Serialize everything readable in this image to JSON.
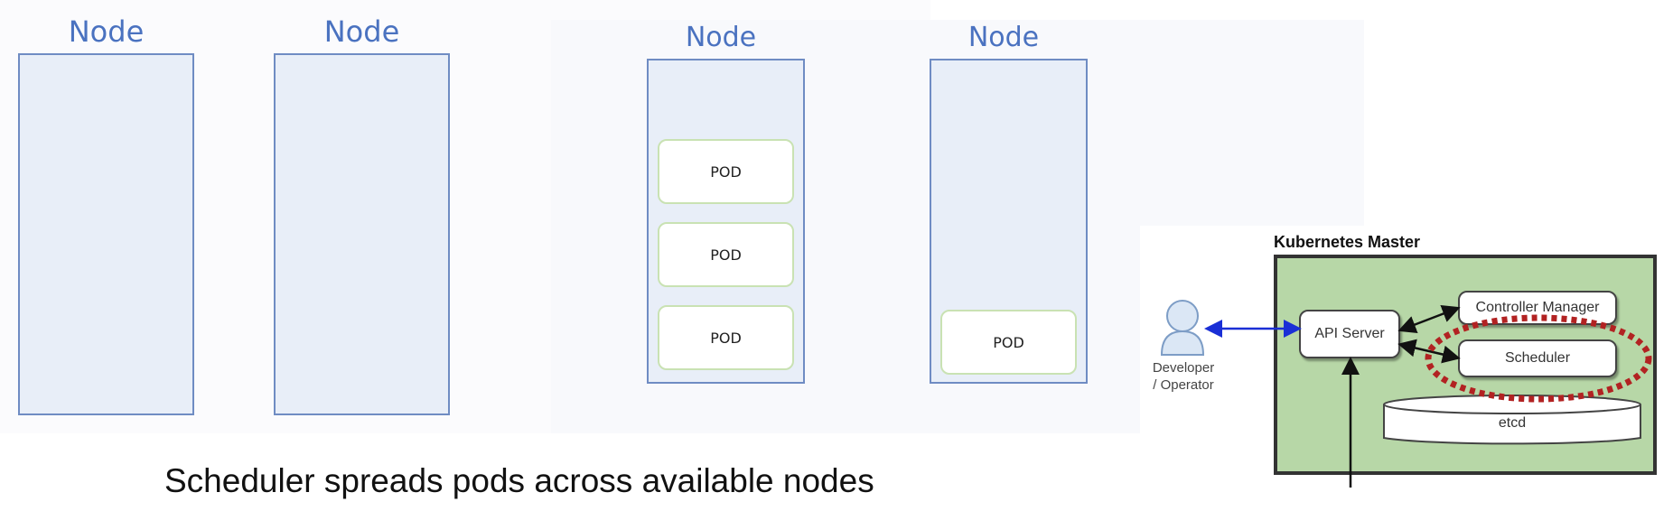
{
  "left_panel": {
    "nodes": [
      {
        "title": "Node"
      },
      {
        "title": "Node"
      }
    ]
  },
  "middle_panel": {
    "nodes": [
      {
        "title": "Node",
        "pods": [
          "POD",
          "POD",
          "POD"
        ]
      },
      {
        "title": "Node",
        "pods": [
          "POD"
        ]
      }
    ]
  },
  "caption": "Scheduler spreads pods across available nodes",
  "k8s": {
    "title": "Kubernetes Master",
    "developer_label_line1": "Developer",
    "developer_label_line2": "/ Operator",
    "api_server": "API Server",
    "controller_manager": "Controller Manager",
    "scheduler": "Scheduler",
    "etcd": "etcd",
    "highlight_color": "#b22222",
    "arrow_color_developer": "#1a2fd6"
  }
}
